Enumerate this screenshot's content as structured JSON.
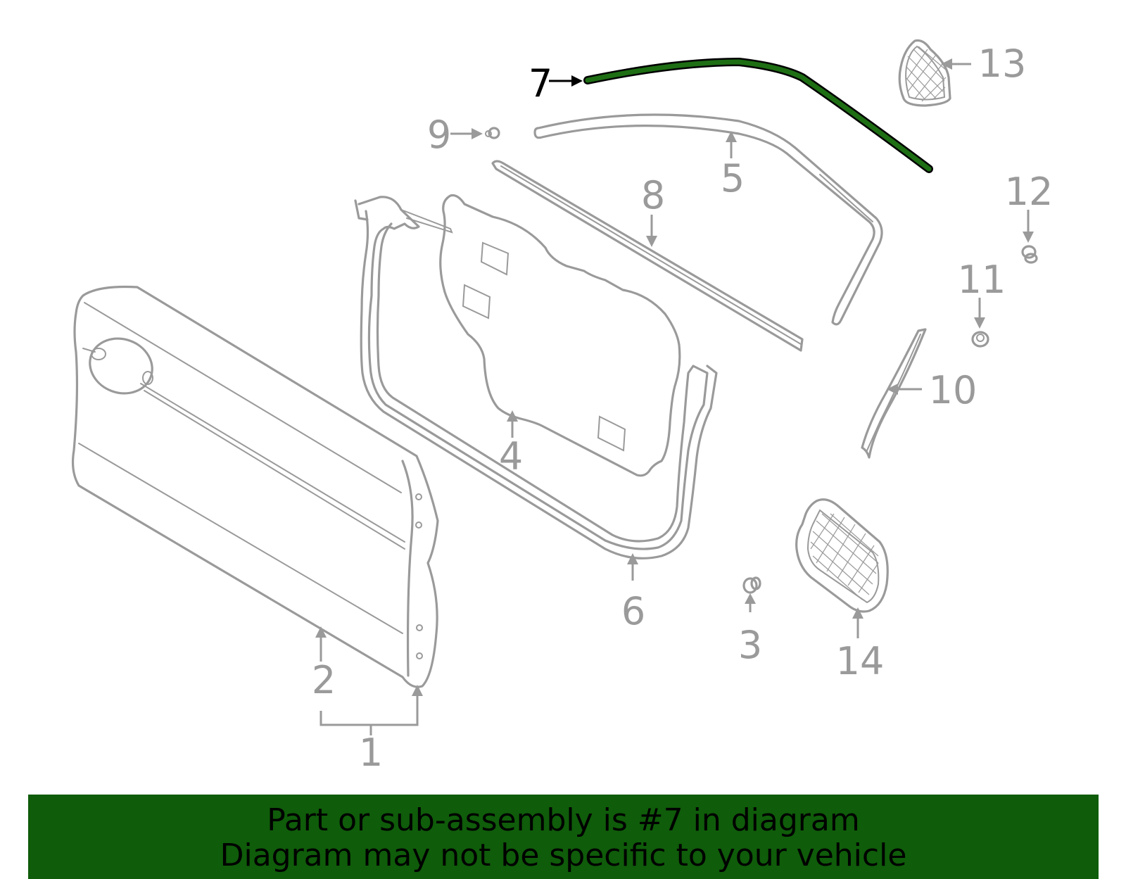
{
  "diagram": {
    "highlighted_part": "7",
    "highlight_color": "#1e6e14",
    "line_color": "#9a9a9a",
    "callouts": [
      "1",
      "2",
      "3",
      "4",
      "5",
      "6",
      "7",
      "8",
      "9",
      "10",
      "11",
      "12",
      "13",
      "14"
    ]
  },
  "banner": {
    "line1": "Part or sub-assembly is #7 in diagram",
    "line2": "Diagram may not be specific to your vehicle",
    "background": "#0f5c0a"
  }
}
